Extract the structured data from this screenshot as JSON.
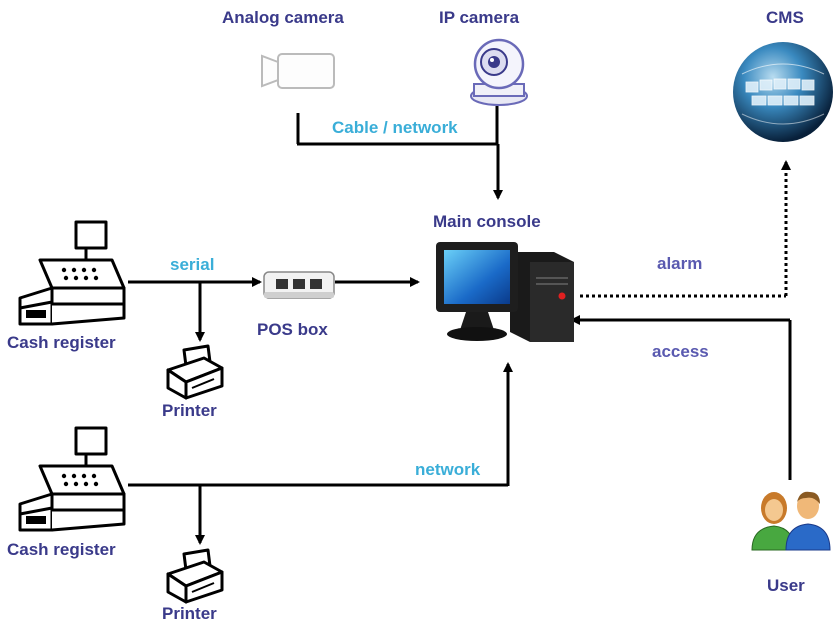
{
  "devices": {
    "analog_camera": "Analog camera",
    "ip_camera": "IP camera",
    "cms": "CMS",
    "main_console": "Main console",
    "pos_box": "POS box",
    "cash_register_1": "Cash register",
    "cash_register_2": "Cash register",
    "printer_1": "Printer",
    "printer_2": "Printer",
    "user": "User"
  },
  "connections": {
    "cable_network": "Cable / network",
    "serial": "serial",
    "network": "network",
    "alarm": "alarm",
    "access": "access"
  },
  "colors": {
    "device_label": "#3a3a8a",
    "connection_label": "#3aaed8",
    "side_label": "#5a5ab0",
    "line": "#000000"
  }
}
